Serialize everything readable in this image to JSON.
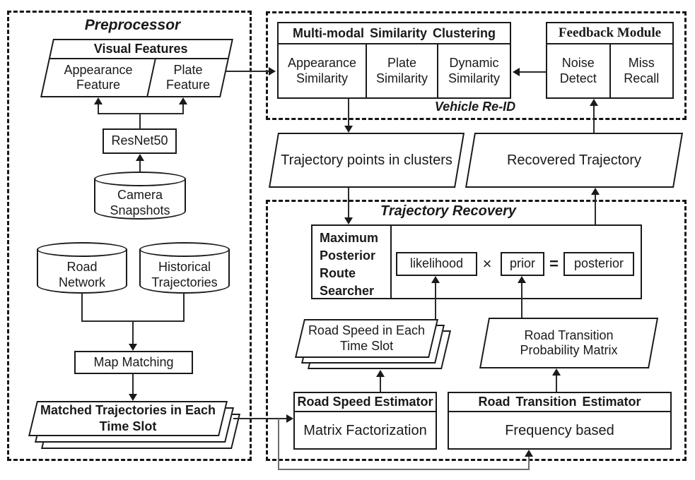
{
  "preprocessor": {
    "title": "Preprocessor",
    "visual_features": {
      "header": "Visual Features",
      "cells": [
        "Appearance Feature",
        "Plate Feature"
      ]
    },
    "resnet": "ResNet50",
    "camera": "Camera Snapshots",
    "road_network": "Road Network",
    "historical": "Historical Trajectories",
    "map_matching": "Map Matching",
    "matched_stack": "Matched Trajectories in Each Time Slot"
  },
  "vehicle_reid": {
    "title": "Vehicle Re-ID",
    "clustering": {
      "header": "Multi-modal Similarity Clustering",
      "cells": [
        "Appearance Similarity",
        "Plate Similarity",
        "Dynamic Similarity"
      ]
    },
    "feedback": {
      "header": "Feedback Module",
      "cells": [
        "Noise Detect",
        "Miss Recall"
      ]
    }
  },
  "flow": {
    "trajectory_points": "Trajectory points in clusters",
    "recovered": "Recovered Trajectory"
  },
  "trajectory_recovery": {
    "title": "Trajectory Recovery",
    "searcher": "Maximum Posterior Route Searcher",
    "likelihood": "likelihood",
    "times": "×",
    "prior": "prior",
    "equals": "=",
    "posterior": "posterior",
    "road_speed_stack": "Road Speed in Each Time Slot",
    "transition_matrix": "Road Transition Probability Matrix",
    "speed_estimator": {
      "header": "Road Speed Estimator",
      "body": "Matrix Factorization"
    },
    "transition_estimator": {
      "header": "Road Transition Estimator",
      "body": "Frequency based"
    }
  },
  "colors": {
    "line": "#1a1a1a",
    "background": "#ffffff"
  }
}
